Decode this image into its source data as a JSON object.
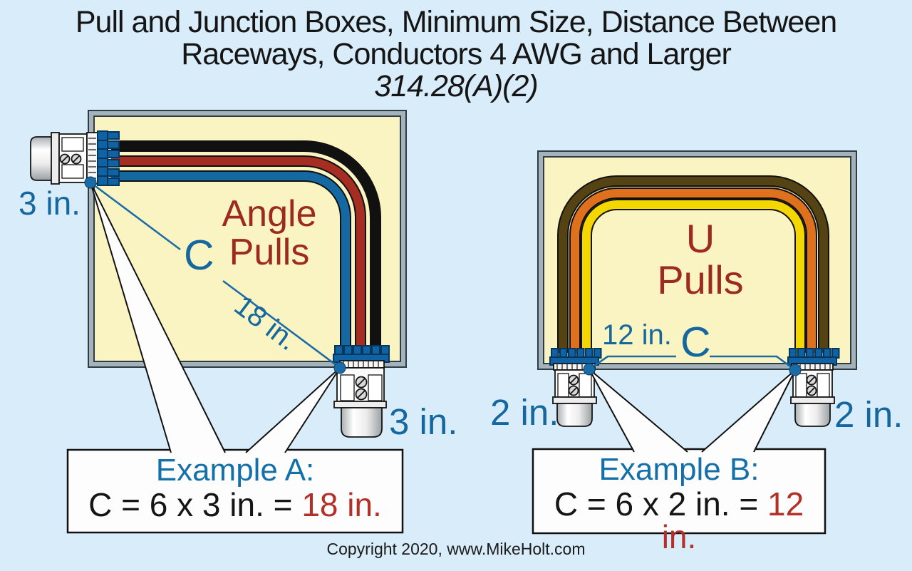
{
  "title": {
    "line1": "Pull and Junction Boxes, Minimum Size, Distance Between",
    "line2": "Raceways, Conductors 4 AWG and Larger",
    "code": "314.28(A)(2)"
  },
  "left_diagram": {
    "heading_line1": "Angle",
    "heading_line2": "Pulls",
    "c_label": "C",
    "diagonal_distance": "18 in.",
    "top_raceway_size": "3 in.",
    "bottom_raceway_size": "3 in.",
    "example": {
      "title": "Example A:",
      "formula": "C = 6 x 3 in. = ",
      "result": "18 in."
    },
    "conductor_colors": [
      "#0a0a0a",
      "#a52d22",
      "#1569a2"
    ]
  },
  "right_diagram": {
    "heading_line1": "U",
    "heading_line2": "Pulls",
    "c_label": "C",
    "span_distance": "12 in.",
    "left_raceway_size": "2 in.",
    "right_raceway_size": "2 in.",
    "example": {
      "title": "Example B:",
      "formula": "C = 6 x 2 in. = ",
      "result": "12 in."
    },
    "conductor_colors": [
      "#564313",
      "#e0711c",
      "#f4d600"
    ]
  },
  "footer": {
    "copyright": "Copyright 2020, www.MikeHolt.com"
  },
  "colors": {
    "background": "#d9ecfa",
    "box_fill": "#faf3c2",
    "box_frame": "#a4b2bb",
    "label_blue": "#15689f",
    "heading_red": "#9c2a20",
    "result_red": "#b23028",
    "annotation_blue": "#1a6ca6",
    "locknut_blue": "#0f63a5"
  }
}
